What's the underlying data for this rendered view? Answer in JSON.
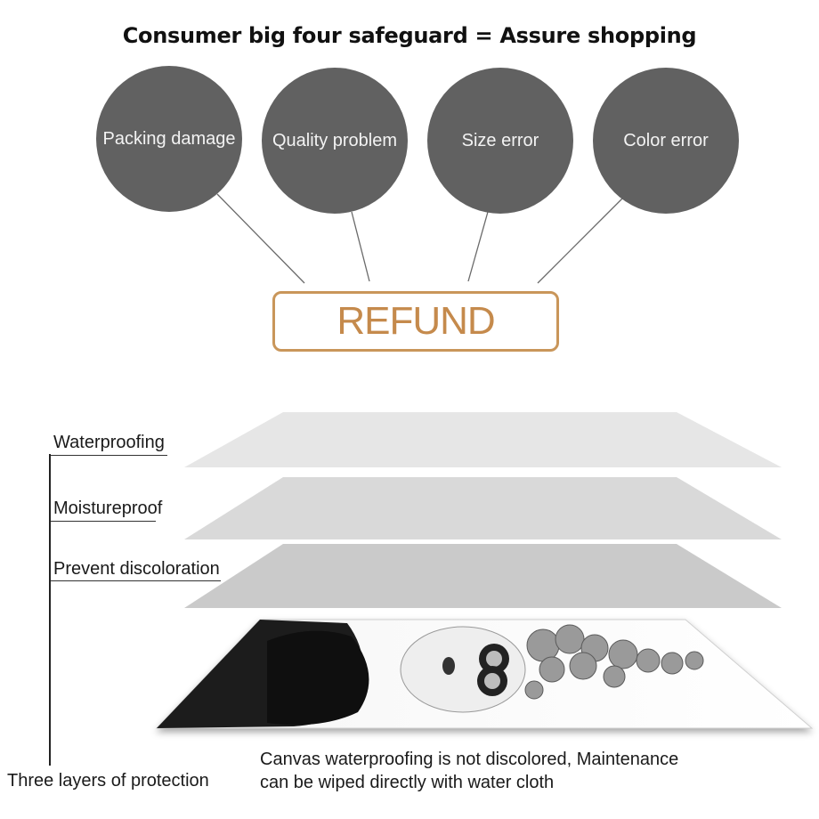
{
  "title": "Consumer big four safeguard = Assure shopping",
  "safeguards": [
    {
      "label": "Packing  damage"
    },
    {
      "label": "Quality  problem"
    },
    {
      "label": "Size  error"
    },
    {
      "label": "Color  error"
    }
  ],
  "refund_label": "REFUND",
  "layers": [
    {
      "label": "Waterproofing"
    },
    {
      "label": "Moistureproof"
    },
    {
      "label": "Prevent  discoloration"
    }
  ],
  "bracket_label": "Three layers of protection",
  "caption": {
    "line1": "Canvas  waterproofing  is  not  discolored,  Maintenance",
    "line2": "can  be  wiped  directly  with  water  cloth"
  },
  "colors": {
    "circle": "#616161",
    "refund_border": "#c9965a",
    "refund_text": "#c58a4c",
    "layer_light": "#e4e4e4",
    "layer_mid": "#d6d6d6",
    "layer_dark": "#c9c9c9"
  }
}
